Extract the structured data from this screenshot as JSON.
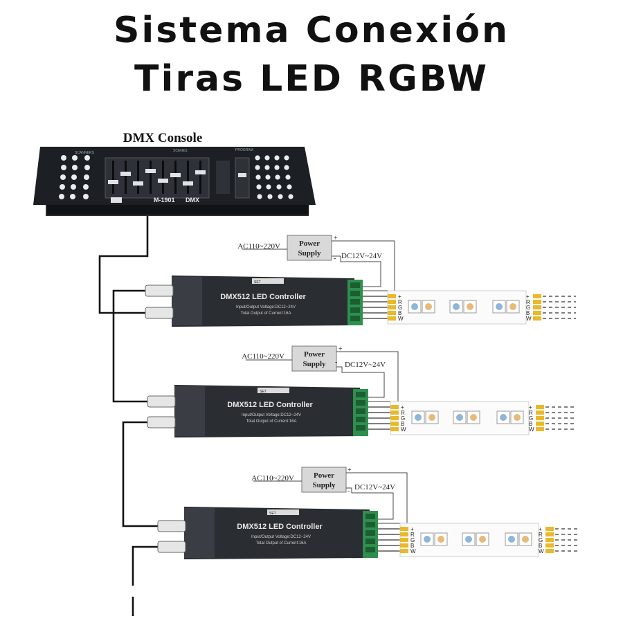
{
  "title": {
    "line1": "Sistema Conexión",
    "line2": "Tiras LED RGBW"
  },
  "console": {
    "label": "DMX Console",
    "brand": "M-1901",
    "model": "DMX",
    "top_labels": [
      "SCANNERS",
      "SCENES",
      "PROGRAM"
    ]
  },
  "units": [
    {
      "power_supply": {
        "label_line1": "Power",
        "label_line2": "Supply",
        "input": "AC110~220V",
        "output": "DC12V~24V",
        "plus": "+",
        "minus": "-"
      },
      "controller": {
        "title": "DMX512 LED Controller",
        "spec1": "Input/Output Voltage:DC12~24V",
        "spec2": "Total Output of Current:16A",
        "set_label": "SET"
      },
      "strip_pins": [
        "+",
        "R",
        "G",
        "B",
        "W"
      ]
    },
    {
      "power_supply": {
        "label_line1": "Power",
        "label_line2": "Supply",
        "input": "AC110~220V",
        "output": "DC12V~24V",
        "plus": "+",
        "minus": "-"
      },
      "controller": {
        "title": "DMX512 LED Controller",
        "spec1": "Input/Output Voltage:DC12~24V",
        "spec2": "Total Output of Current:16A",
        "set_label": "SET"
      },
      "strip_pins": [
        "+",
        "R",
        "G",
        "B",
        "W"
      ]
    },
    {
      "power_supply": {
        "label_line1": "Power",
        "label_line2": "Supply",
        "input": "AC110~220V",
        "output": "DC12V~24V",
        "plus": "+",
        "minus": "-"
      },
      "controller": {
        "title": "DMX512 LED Controller",
        "spec1": "Input/Output Voltage:DC12~24V",
        "spec2": "Total Output of Current:16A",
        "set_label": "SET"
      },
      "strip_pins": [
        "+",
        "R",
        "G",
        "B",
        "W"
      ]
    }
  ],
  "colors": {
    "console_body": "#1c1f24",
    "controller_body": "#2a2d31",
    "terminal_green": "#2f8f4e",
    "pin_yellow": "#e9b92c",
    "supply_fill": "#d8d8d8",
    "wire": "#111111"
  }
}
